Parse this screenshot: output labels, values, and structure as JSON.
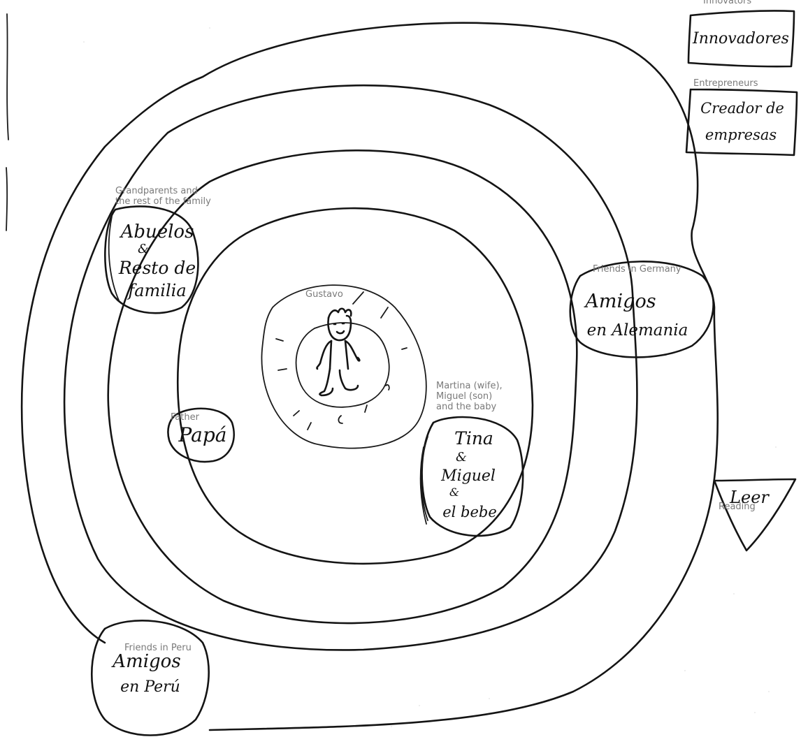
{
  "handwritten": {
    "innovators_box": "Innovadores",
    "entrepreneurs_box": [
      "Creador de",
      "empresas"
    ],
    "grandparents": [
      "Abuelos",
      "&",
      "Resto de",
      "familia"
    ],
    "friends_germany": [
      "Amigos",
      "en Alemania"
    ],
    "father": "Papá",
    "family": [
      "Tina",
      "&",
      "Miguel",
      "&",
      "el bebe"
    ],
    "reading": "Leer",
    "friends_peru": [
      "Amigos",
      "en Perú"
    ]
  },
  "annotations": {
    "innovators": "Innovators",
    "entrepreneurs": "Entrepreneurs",
    "grandparents": "Grandparents and the rest of the family",
    "friends_germany": "Friends in Germany",
    "gustavo": "Gustavo",
    "family": "Martina (wife), Miguel (son) and the baby",
    "father": "Father",
    "reading": "Reading",
    "friends_peru": "Friends in Peru"
  }
}
